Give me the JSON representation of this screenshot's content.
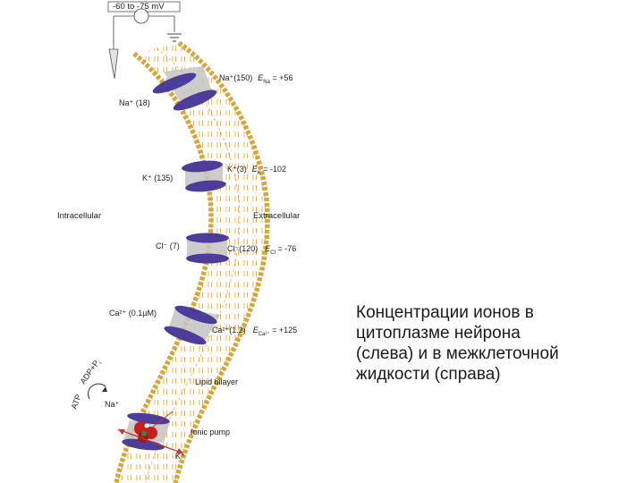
{
  "voltage": "-60 to -75 mV",
  "sides": {
    "intracellular": "Intracellular",
    "extracellular": "Extracellular"
  },
  "ions": {
    "na_out": "Na⁺(150)",
    "e_na": "E",
    "e_na_sub": "Na",
    "e_na_val": " = +56",
    "na_in": "Na⁺ (18)",
    "k_out": "K⁺(3)",
    "e_k": "E",
    "e_k_sub": "K",
    "e_k_val": " = -102",
    "k_in": "K⁺ (135)",
    "cl_in": "Cl⁻ (7)",
    "cl_out": "Cl⁻(120)",
    "e_cl": "E",
    "e_cl_sub": "Cl",
    "e_cl_val": " = -76",
    "ca_in": "Ca²⁺ (0.1µM)",
    "ca_out": "Ca²⁺(1.2)",
    "e_ca": "E",
    "e_ca_sub": "Ca²⁺",
    "e_ca_val": " = +125"
  },
  "labels": {
    "lipid_bilayer": "Lipid bilayer",
    "ionic_pump": "Ionic pump"
  },
  "pump": {
    "atp": "ATP",
    "adp": "ADP+P",
    "adp_sub": "i",
    "na": "Na⁺",
    "k": "K⁺"
  },
  "caption": {
    "line1": "Концентрации ионов в",
    "line2": "цитоплазме нейрона",
    "line3": "(слева) и в межклеточной",
    "line4": "жидкости (справа)"
  },
  "colors": {
    "lipid_head": "#d9a53a",
    "lipid_tail": "#c8902a",
    "channel_disc": "#4b3d99",
    "channel_core": "#c4c4c4",
    "pump_red": "#c21f1f",
    "pump_green": "#2e8b3a",
    "arrow_red": "#c0392b"
  }
}
